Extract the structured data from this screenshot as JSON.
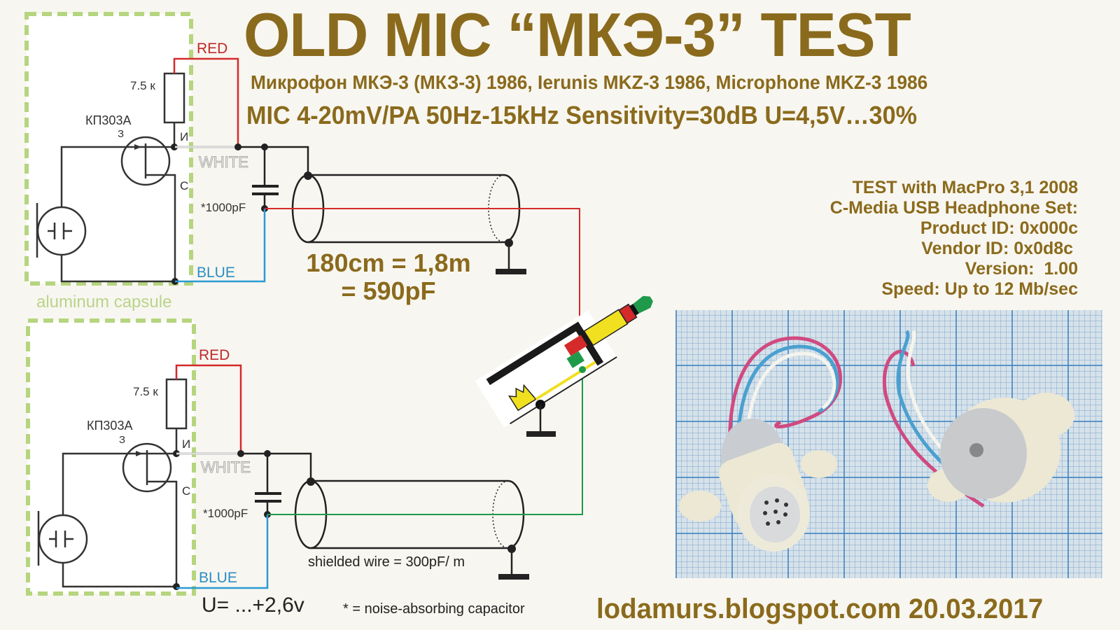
{
  "header": {
    "title": "OLD MIC “МКЭ-3” TEST",
    "subtitle": "Микрофон МКЭ-3 (МКЗ-3) 1986, Ierunis MKZ-3 1986, Microphone MKZ-3 1986",
    "specs": "MIC 4-20mV/PA 50Hz-15kHz Sensitivity=30dB U=4,5V…30%"
  },
  "test_info": [
    "TEST with MacPro 3,1 2008",
    "C-Media USB Headphone Set:",
    "Product ID: 0x000c",
    "Vendor ID: 0x0d8c ",
    "Version:  1.00",
    "Speed: Up to 12 Mb/sec"
  ],
  "schematic_top": {
    "resistor": "7.5 к",
    "transistor": "КП303А",
    "pin_gate": "З",
    "pin_source": "И",
    "pin_drain": "С",
    "wire_red": "RED",
    "wire_white": "WHITE",
    "wire_blue": "BLUE",
    "capacitor": "*1000pF",
    "capsule_label": "aluminum capsule"
  },
  "schematic_bottom": {
    "resistor": "7.5 к",
    "transistor": "КП303А",
    "pin_gate": "З",
    "pin_source": "И",
    "pin_drain": "С",
    "wire_red": "RED",
    "wire_white": "WHITE",
    "wire_blue": "BLUE",
    "capacitor": "*1000pF",
    "voltage": "U= ...+2,6v"
  },
  "cable": {
    "length_line1": "180cm = 1,8m",
    "length_line2": "= 590pF",
    "shielded_note": "shielded wire =  300pF/ m"
  },
  "notes": {
    "asterisk": "* = noise-absorbing capacitor"
  },
  "footer": {
    "credit": "lodamurs.blogspot.com 20.03.2017"
  },
  "colors": {
    "title": "#8a6a1c",
    "red_wire": "#d42a2a",
    "blue_wire": "#2a9ad4",
    "green_wire": "#1f9a4a",
    "capsule_border": "#b5d57f",
    "plug_yellow": "#f0e020"
  }
}
